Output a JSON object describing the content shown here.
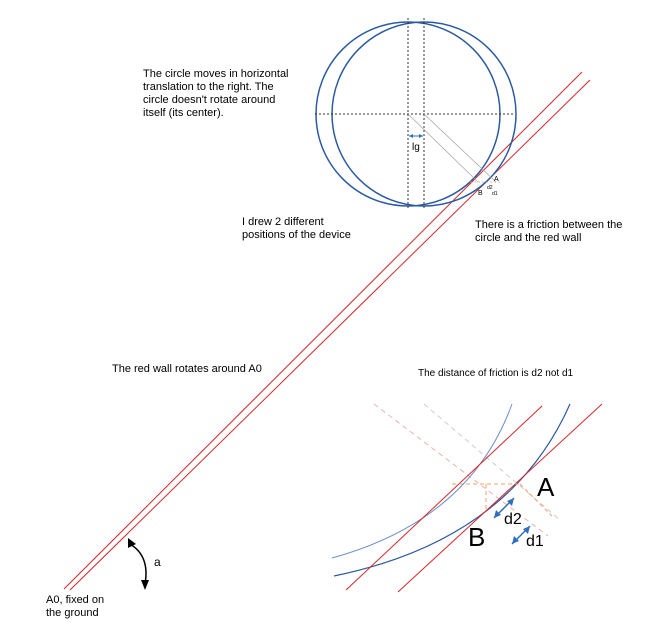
{
  "annotations": {
    "circle_note": "The circle moves in horizontal\ntranslation to the right. The\ncircle doesn't rotate around\nitself (its center).",
    "two_positions": "I drew 2 different\npositions of the device",
    "friction_note": "There is a friction between the\ncircle and the red wall",
    "wall_rotation": "The red wall rotates around A0",
    "friction_distance": "The distance of friction is d2 not d1",
    "a0_label": "A0, fixed on\nthe ground"
  },
  "labels": {
    "lg": "lg",
    "A_small": "A",
    "B_small": "B",
    "d2_small": "d2",
    "d1_small": "d1",
    "A_zoom": "A",
    "B_zoom": "B",
    "d2_zoom": "d2",
    "d1_zoom": "d1",
    "angle": "a"
  },
  "colors": {
    "wall": "#d62728",
    "circle": "#2c5aa0",
    "circle_light": "#6a8fc8",
    "guide": "#555555",
    "dashed_orange": "#f0a070",
    "dashed_pink": "#e8b0b0",
    "arrow_blue": "#2f6fc0"
  }
}
